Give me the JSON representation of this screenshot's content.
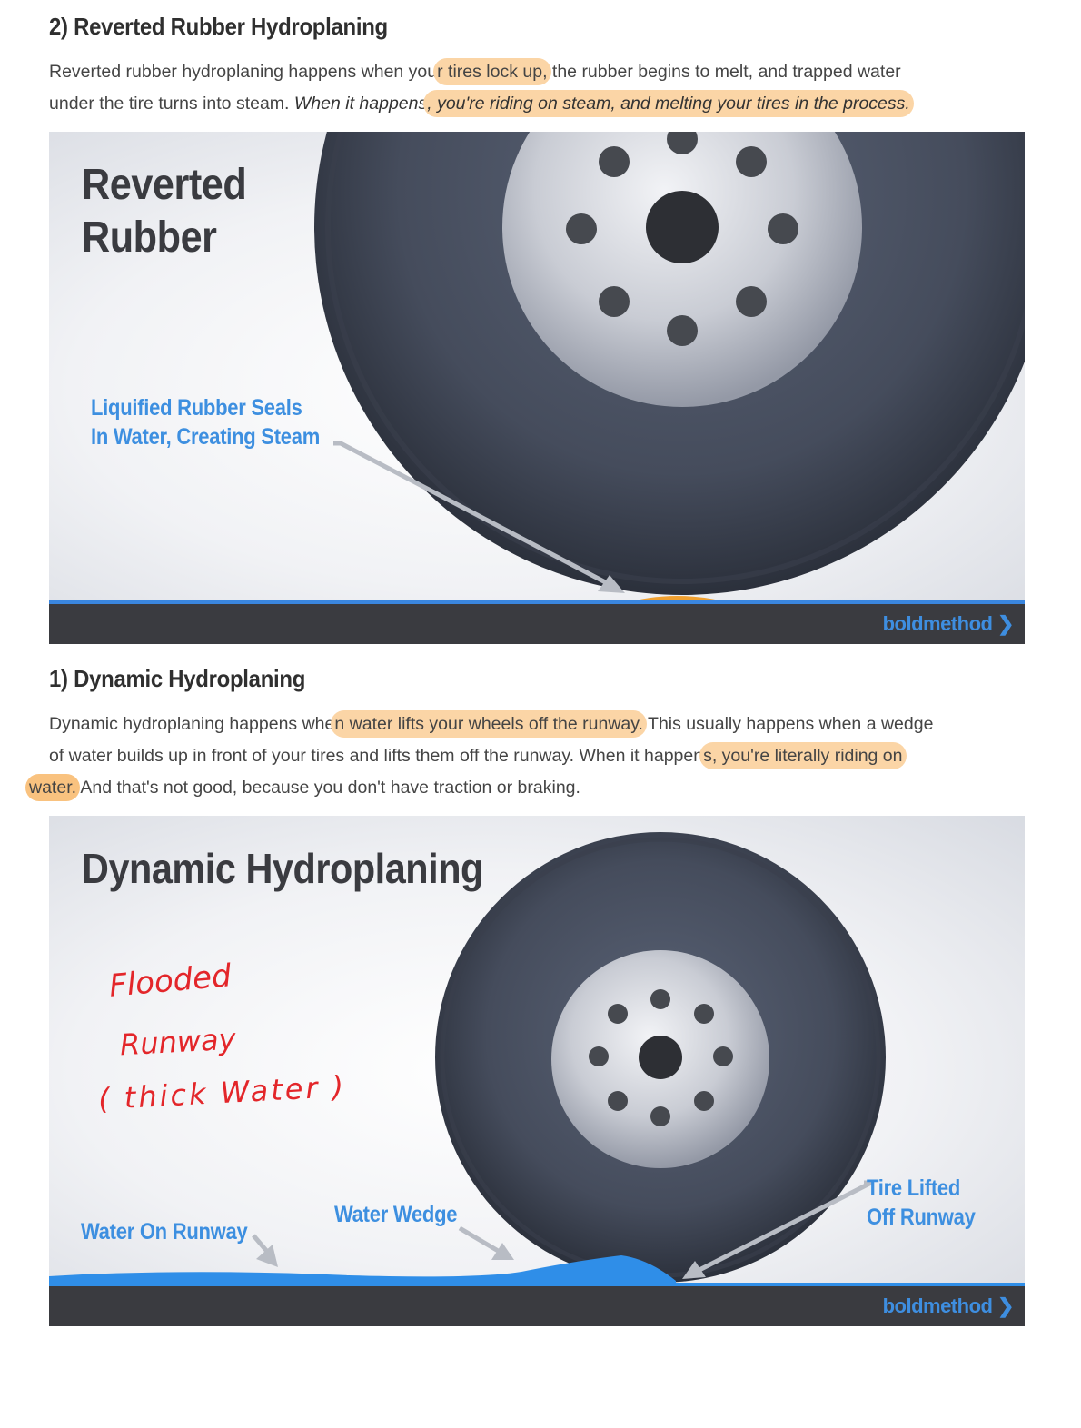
{
  "section_reverted": {
    "heading": "2) Reverted Rubber Hydroplaning",
    "para": {
      "l1_a": "Reverted rubber hydroplaning happens when you",
      "l1_hl": "r tires lock up,",
      "l1_b": " the rubber begins to melt, and trapped water",
      "l2_a": "under the tire turns into steam. ",
      "l2_it": "When it happens",
      "l2_hl": ", you're riding on steam, and melting your tires in the process."
    },
    "figure": {
      "title_line1": "Reverted",
      "title_line2": "Rubber",
      "callout_line1": "Liquified Rubber Seals",
      "callout_line2": "In Water, Creating Steam",
      "brand": "boldmethod ❯"
    }
  },
  "section_dynamic": {
    "heading": "1) Dynamic Hydroplaning",
    "para": {
      "l1_a": "Dynamic hydroplaning happens whe",
      "l1_hl": "n water lifts your wheels off the runway.",
      "l1_b": " This usually happens when a wedge",
      "l2_a": "of water builds up in front of your tires and lifts them off the runway. When it happen",
      "l2_hl": "s, you're literally riding on",
      "l3_hl": "water.",
      "l3_b": " And that's not good, because you don't have traction or braking."
    },
    "figure": {
      "title": "Dynamic Hydroplaning",
      "callout_water_on_runway": "Water On Runway",
      "callout_water_wedge": "Water Wedge",
      "callout_tire_lifted_line1": "Tire Lifted",
      "callout_tire_lifted_line2": "Off Runway",
      "brand": "boldmethod ❯"
    }
  },
  "handwritten_note": {
    "line1": "Flooded",
    "line2": "Runway",
    "line3": "( thick Water )",
    "color": "#e3262a"
  },
  "colors": {
    "highlight": "#fbd5a6",
    "accent_blue": "#3d8fe0",
    "footer_bar": "#3a3b40",
    "hot_rubber": "#f0a030"
  }
}
